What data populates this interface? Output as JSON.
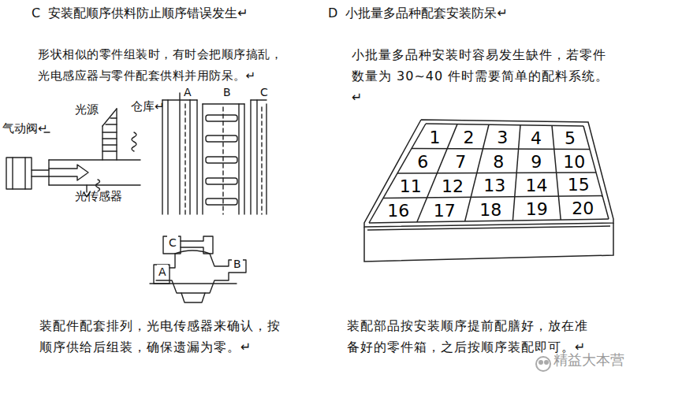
{
  "diagram": {
    "nodes": [
      {
        "text": [
          "1"
        ]
      },
      {
        "text": [
          "2"
        ]
      },
      {
        "text": [
          "3"
        ]
      },
      {
        "text": [
          "4"
        ]
      },
      {
        "text": [
          "5"
        ]
      },
      {
        "text": [
          "6"
        ]
      },
      {
        "text": [
          "7"
        ]
      },
      {
        "text": [
          "8"
        ]
      },
      {
        "text": [
          "9"
        ]
      },
      {
        "text": [
          "10"
        ]
      },
      {
        "text": [
          "11"
        ]
      },
      {
        "text": [
          "12"
        ]
      },
      {
        "text": [
          "13"
        ]
      },
      {
        "text": [
          "14"
        ]
      },
      {
        "text": [
          "15"
        ]
      },
      {
        "text": [
          "16"
        ]
      },
      {
        "text": [
          "17"
        ]
      },
      {
        "text": [
          "18"
        ]
      },
      {
        "text": [
          "19"
        ]
      },
      {
        "text": [
          "20"
        ]
      }
    ],
    "labels": [
      "C  安装配顺序供料防止顺序错误发生↵",
      "D  小批量多品种配套安装防呆↵",
      "形状相似的零件组装时，有时会把顺序搞乱，光电感应器与零件配套供料并用防呆。↵",
      "光源",
      "气动阀↵",
      "光传感器",
      "仓库↵",
      "A",
      "B",
      "C",
      "C",
      "B",
      "A",
      "装配件配套排列，光电传感器来确认，按顺序供给后组装，确保遗漏为零。↵",
      "小批量多品种安装时容易发生缺件，若零件数量为 30~40 件时需要简单的配料系统。↵",
      "装配部品按安装顺序提前配膳好，放在准备好的零件箱，之后按顺序装配即可。↵",
      "精益大本营"
    ]
  }
}
